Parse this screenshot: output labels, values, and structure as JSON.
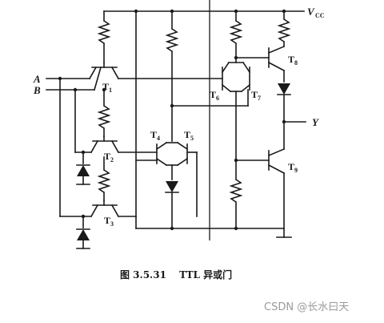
{
  "figure": {
    "labels": {
      "vcc": "V",
      "vcc_sub": "CC",
      "input_a": "A",
      "input_b": "B",
      "output_y": "Y",
      "t1": "T",
      "t1_sub": "1",
      "t2": "T",
      "t2_sub": "2",
      "t3": "T",
      "t3_sub": "3",
      "t4": "T",
      "t4_sub": "4",
      "t5": "T",
      "t5_sub": "5",
      "t6": "T",
      "t6_sub": "6",
      "t7": "T",
      "t7_sub": "7",
      "t8": "T",
      "t8_sub": "8",
      "t9": "T",
      "t9_sub": "9"
    },
    "caption": "图 3.5.31　 TTL 异或门",
    "watermark": "CSDN @长水曰天"
  }
}
